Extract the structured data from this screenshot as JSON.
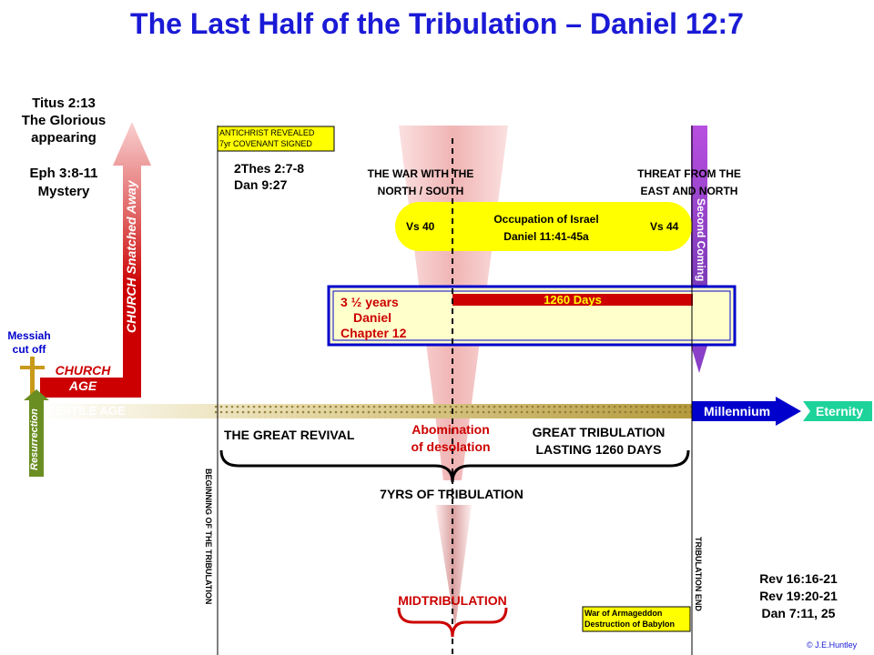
{
  "title": "The Last Half of the Tribulation – Daniel 12:7",
  "left_refs": {
    "titus": "Titus 2:13",
    "glorious": "The Glorious",
    "appearing": "appearing",
    "eph": "Eph 3:8-11",
    "mystery": "Mystery"
  },
  "messiah": {
    "line1": "Messiah",
    "line2": "cut off"
  },
  "church_snatched": "CHURCH Snatched Away",
  "church_age": {
    "line1": "CHURCH",
    "line2": "AGE"
  },
  "resurrection": "Resurrection",
  "gentile_age": "GENTILE AGE",
  "antichrist_box": {
    "line1": "ANTICHRIST  REVEALED",
    "line2": "7yr COVENANT  SIGNED"
  },
  "thes": {
    "line1": "2Thes 2:7-8",
    "line2": "Dan 9:27"
  },
  "war_north_south": {
    "line1": "THE WAR WITH THE",
    "line2": "NORTH / SOUTH"
  },
  "threat": {
    "line1": "THREAT FROM THE",
    "line2": "EAST AND NORTH"
  },
  "occupation": {
    "vs40": "Vs 40",
    "vs44": "Vs 44",
    "line1": "Occupation of Israel",
    "line2": "Daniel 11:41-45a"
  },
  "second_coming": "Second Coming",
  "daniel_box": {
    "line1": "3 ½ years",
    "line2": "Daniel",
    "line3": "Chapter 12",
    "bar": "1260 Days"
  },
  "millennium": "Millennium",
  "eternity": "Eternity",
  "great_revival": "THE GREAT REVIVAL",
  "abomination": {
    "line1": "Abomination",
    "line2": "of desolation"
  },
  "great_trib": {
    "line1": "GREAT TRIBULATION",
    "line2": "LASTING 1260 DAYS"
  },
  "seven_yrs": "7YRS OF TRIBULATION",
  "beginning": "BEGINNING  OF THE TRIBULATION",
  "trib_end": "TRIBULATION END",
  "midtrib": "MIDTRIBULATION",
  "armageddon": {
    "line1": "War of Armageddon",
    "line2": "Destruction of Babylon"
  },
  "rev_refs": {
    "line1": "Rev 16:16-21",
    "line2": "Rev 19:20-21",
    "line3": "Dan 7:11, 25"
  },
  "copyright": "© J.E.Huntley",
  "colors": {
    "title": "#1a1ad6",
    "church": "#cc0000",
    "yellow": "#ffff00",
    "purple": "#9933cc",
    "eternity": "#1dd39a",
    "blue": "#0000cc"
  }
}
